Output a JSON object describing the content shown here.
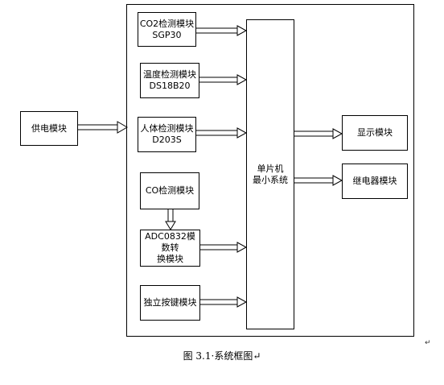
{
  "diagram": {
    "power": "供电模块",
    "sensors": {
      "co2": {
        "line1": "CO2检测模块",
        "line2": "SGP30"
      },
      "temp": {
        "line1": "温度检测模块",
        "line2": "DS18B20"
      },
      "body": {
        "line1": "人体检测模块",
        "line2": "D203S"
      },
      "co": "CO检测模块",
      "adc": {
        "line1": "ADC0832模数转",
        "line2": "换模块"
      },
      "key": "独立按键模块"
    },
    "mcu": {
      "line1": "单片机",
      "line2": "最小系统"
    },
    "outputs": {
      "display": "显示模块",
      "relay": "继电器模块"
    }
  },
  "caption": "图 3.1·系统框图↵",
  "edge_mark": "↵"
}
